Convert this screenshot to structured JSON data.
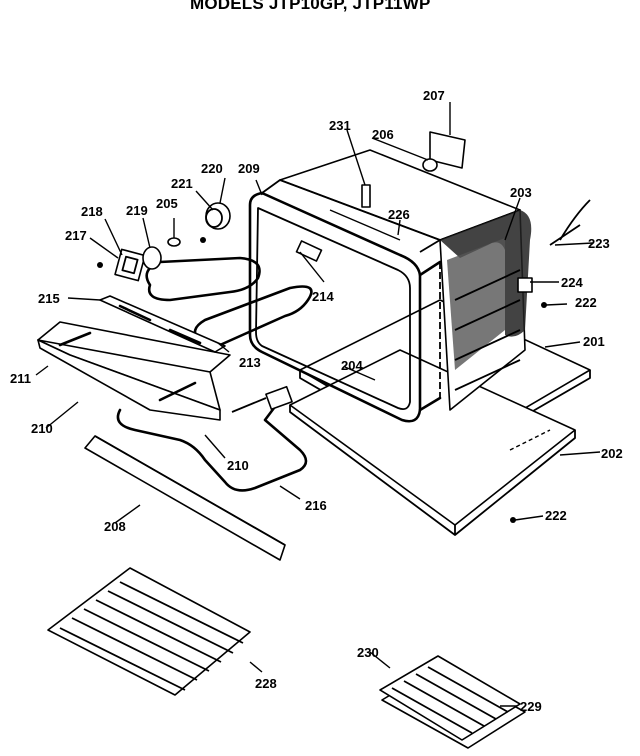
{
  "header": {
    "title": "MODELS JTP10GP, JTP11WP"
  },
  "callouts": [
    {
      "id": "201",
      "label": "201"
    },
    {
      "id": "202",
      "label": "202"
    },
    {
      "id": "203",
      "label": "203"
    },
    {
      "id": "204",
      "label": "204"
    },
    {
      "id": "205",
      "label": "205"
    },
    {
      "id": "206",
      "label": "206"
    },
    {
      "id": "207",
      "label": "207"
    },
    {
      "id": "208",
      "label": "208"
    },
    {
      "id": "209",
      "label": "209"
    },
    {
      "id": "210a",
      "label": "210"
    },
    {
      "id": "210b",
      "label": "210"
    },
    {
      "id": "211",
      "label": "211"
    },
    {
      "id": "213",
      "label": "213"
    },
    {
      "id": "214",
      "label": "214"
    },
    {
      "id": "215",
      "label": "215"
    },
    {
      "id": "216",
      "label": "216"
    },
    {
      "id": "217",
      "label": "217"
    },
    {
      "id": "218",
      "label": "218"
    },
    {
      "id": "219",
      "label": "219"
    },
    {
      "id": "220",
      "label": "220"
    },
    {
      "id": "221",
      "label": "221"
    },
    {
      "id": "222a",
      "label": "222"
    },
    {
      "id": "222b",
      "label": "222"
    },
    {
      "id": "223",
      "label": "223"
    },
    {
      "id": "224",
      "label": "224"
    },
    {
      "id": "226",
      "label": "226"
    },
    {
      "id": "228",
      "label": "228"
    },
    {
      "id": "229",
      "label": "229"
    },
    {
      "id": "230",
      "label": "230"
    },
    {
      "id": "231",
      "label": "231"
    }
  ]
}
